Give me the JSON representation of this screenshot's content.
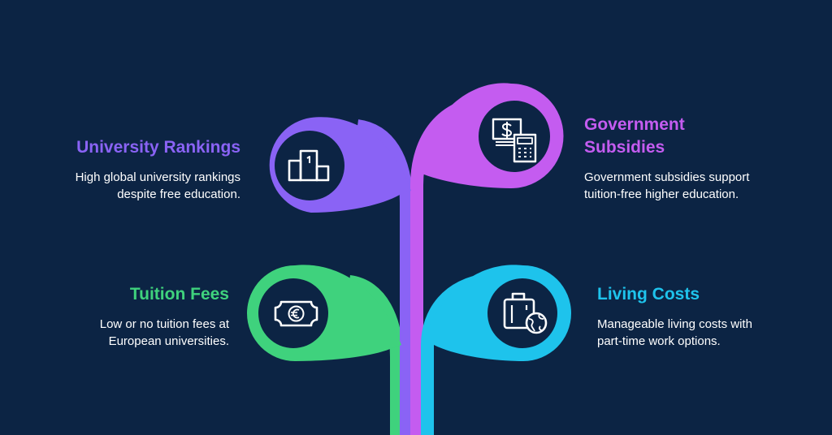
{
  "colors": {
    "background": "#0c2444",
    "university_rankings": "#8a63f5",
    "government_subsidies": "#c45cf0",
    "tuition_fees": "#3fd27d",
    "living_costs": "#1ec3ec",
    "node_fill": "#0c2444",
    "icon_stroke": "#ffffff"
  },
  "items": [
    {
      "key": "university_rankings",
      "title": "University Rankings",
      "description": "High global university rankings despite free education.",
      "icon": "podium-icon"
    },
    {
      "key": "tuition_fees",
      "title": "Tuition Fees",
      "description": "Low or no tuition fees at European universities.",
      "icon": "euro-banknote-icon"
    },
    {
      "key": "government_subsidies",
      "title": "Government Subsidies",
      "description": "Government subsidies support tuition-free higher education.",
      "icon": "money-calculator-icon"
    },
    {
      "key": "living_costs",
      "title": "Living Costs",
      "description": "Manageable living costs with part-time work options.",
      "icon": "luggage-globe-icon"
    }
  ]
}
